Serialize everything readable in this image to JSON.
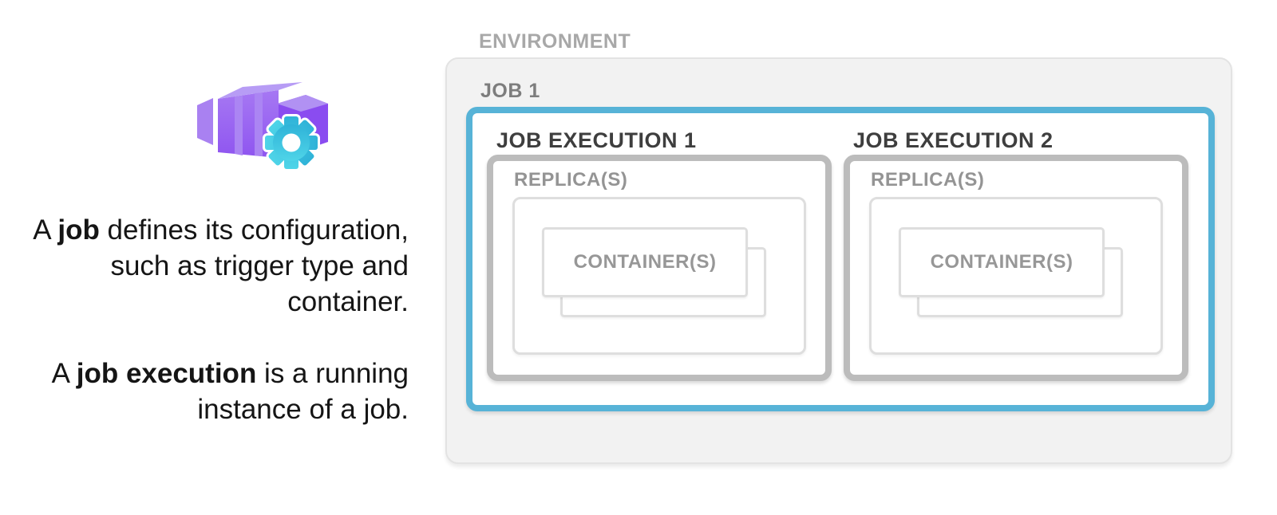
{
  "icon": {
    "name": "container-apps-job-icon",
    "colors": {
      "purple_light": "#b79cf5",
      "purple_mid": "#9a68f2",
      "purple_stripe": "#ab85f3",
      "purple_dark": "#8a4cf0",
      "purple_slab": "#a981f1",
      "gear_teal_top": "#2fb3d8",
      "gear_teal_bottom": "#4fd4e8"
    }
  },
  "description": {
    "paragraphs": [
      {
        "segments": [
          {
            "text": "A ",
            "bold": false
          },
          {
            "text": "job",
            "bold": true
          },
          {
            "text": " defines its configuration, such as trigger type and container.",
            "bold": false
          }
        ]
      },
      {
        "segments": [
          {
            "text": "A ",
            "bold": false
          },
          {
            "text": "job execution",
            "bold": true
          },
          {
            "text": " is a running instance of a job.",
            "bold": false
          }
        ]
      }
    ]
  },
  "diagram": {
    "environment_label": "ENVIRONMENT",
    "job_label": "JOB 1",
    "executions": [
      {
        "label": "JOB EXECUTION 1",
        "replica_label": "REPLICA(S)",
        "container_label": "CONTAINER(S)"
      },
      {
        "label": "JOB EXECUTION 2",
        "replica_label": "REPLICA(S)",
        "container_label": "CONTAINER(S)"
      }
    ],
    "colors": {
      "accent_blue": "#57b3d7",
      "environment_fill": "#f2f2f2",
      "environment_border": "#e3e3e3",
      "environment_label_gray": "#a8a8a8",
      "execution_border": "#bcbcbc",
      "replica_border": "#dedede"
    }
  }
}
